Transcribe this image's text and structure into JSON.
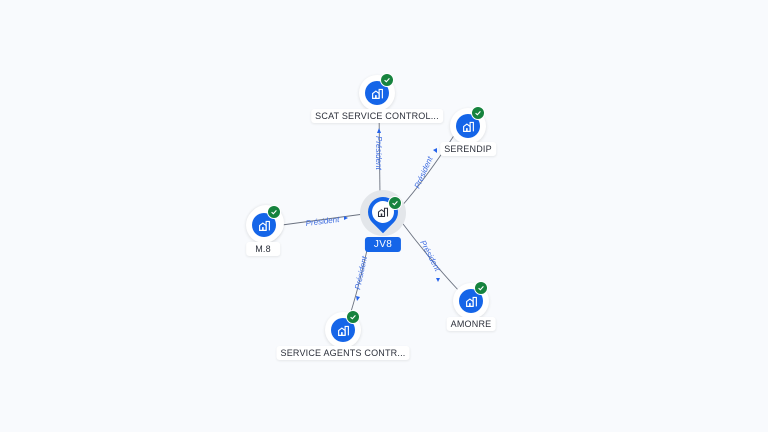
{
  "colors": {
    "background": "#f8fafd",
    "node_fill": "#1565e8",
    "check_badge": "#16833e",
    "edge_line": "#6b7280",
    "edge_label": "#3b6ae0"
  },
  "center_node": {
    "label": "JV8",
    "icon": "building-icon",
    "verified": true
  },
  "nodes": [
    {
      "id": "scat",
      "label": "SCAT SERVICE CONTROL...",
      "icon": "building-icon",
      "verified": true
    },
    {
      "id": "serendip",
      "label": "SERENDIP",
      "icon": "building-icon",
      "verified": true
    },
    {
      "id": "m8",
      "label": "M.8",
      "icon": "building-icon",
      "verified": true
    },
    {
      "id": "service-agents",
      "label": "SERVICE AGENTS CONTR...",
      "icon": "building-icon",
      "verified": true
    },
    {
      "id": "amonre",
      "label": "AMONRE",
      "icon": "building-icon",
      "verified": true
    }
  ],
  "edges": [
    {
      "from": "center",
      "to": "scat",
      "label": "Président"
    },
    {
      "from": "center",
      "to": "serendip",
      "label": "Président"
    },
    {
      "from": "m8",
      "to": "center",
      "label": "Président"
    },
    {
      "from": "center",
      "to": "service-agents",
      "label": "Président"
    },
    {
      "from": "center",
      "to": "amonre",
      "label": "Président"
    }
  ]
}
